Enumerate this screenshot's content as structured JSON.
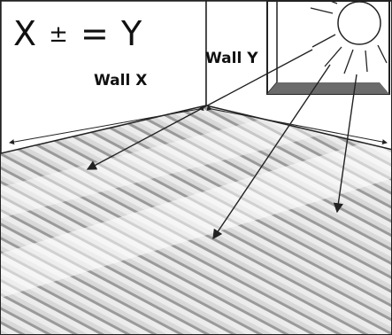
{
  "formula": {
    "x": "X",
    "pm": "±",
    "eq": "=",
    "y": "Y"
  },
  "labels": {
    "wall_x": "Wall X",
    "wall_y": "Wall Y"
  },
  "colors": {
    "line": "#222222",
    "floor_light": "#e6e6e6",
    "floor_dark": "#bdbdbd",
    "window_frame": "#555555"
  },
  "icons": [
    "sun-icon",
    "window-icon",
    "light-ray-arrows"
  ]
}
